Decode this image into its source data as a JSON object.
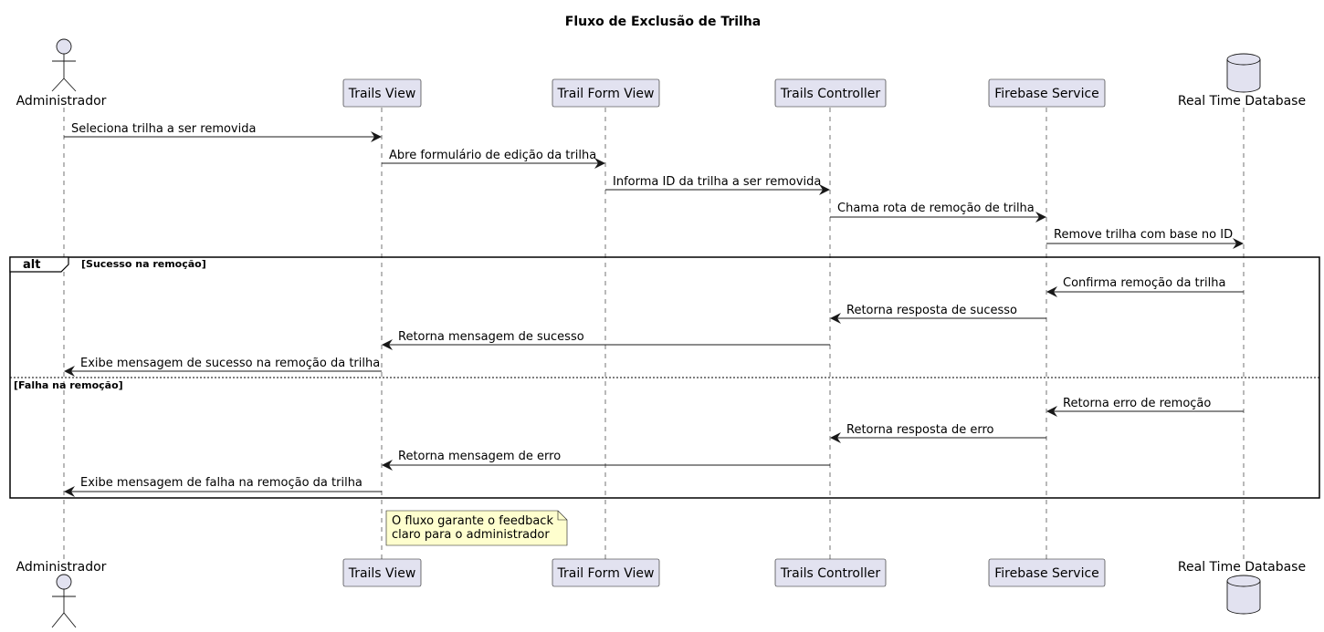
{
  "title": "Fluxo de Exclusão de Trilha",
  "participants": [
    {
      "id": "admin",
      "label": "Administrador",
      "kind": "actor"
    },
    {
      "id": "trails_view",
      "label": "Trails View",
      "kind": "participant"
    },
    {
      "id": "trail_form",
      "label": "Trail Form View",
      "kind": "participant"
    },
    {
      "id": "trails_controller",
      "label": "Trails Controller",
      "kind": "participant"
    },
    {
      "id": "firebase",
      "label": "Firebase Service",
      "kind": "participant"
    },
    {
      "id": "rtdb",
      "label": "Real Time Database",
      "kind": "database"
    }
  ],
  "messages": [
    {
      "from": "admin",
      "to": "trails_view",
      "text": "Seleciona trilha a ser removida"
    },
    {
      "from": "trails_view",
      "to": "trail_form",
      "text": "Abre formulário de edição da trilha"
    },
    {
      "from": "trail_form",
      "to": "trails_controller",
      "text": "Informa ID da trilha a ser removida"
    },
    {
      "from": "trails_controller",
      "to": "firebase",
      "text": "Chama rota de remoção de trilha"
    },
    {
      "from": "firebase",
      "to": "rtdb",
      "text": "Remove trilha com base no ID"
    },
    {
      "from": "rtdb",
      "to": "firebase",
      "text": "Confirma remoção da trilha"
    },
    {
      "from": "firebase",
      "to": "trails_controller",
      "text": "Retorna resposta de sucesso"
    },
    {
      "from": "trails_controller",
      "to": "trails_view",
      "text": "Retorna mensagem de sucesso"
    },
    {
      "from": "trails_view",
      "to": "admin",
      "text": "Exibe mensagem de sucesso na remoção da trilha"
    },
    {
      "from": "rtdb",
      "to": "firebase",
      "text": "Retorna erro de remoção"
    },
    {
      "from": "firebase",
      "to": "trails_controller",
      "text": "Retorna resposta de erro"
    },
    {
      "from": "trails_controller",
      "to": "trails_view",
      "text": "Retorna mensagem de erro"
    },
    {
      "from": "trails_view",
      "to": "admin",
      "text": "Exibe mensagem de falha na remoção da trilha"
    }
  ],
  "alt_fragment": {
    "keyword": "alt",
    "branches": [
      {
        "guard": "[Sucesso na remoção]"
      },
      {
        "guard": "[Falha na remoção]"
      }
    ]
  },
  "note": {
    "lines": [
      "O fluxo garante o feedback",
      "claro para o administrador"
    ]
  },
  "colors": {
    "participant_fill": "#e2e2f0",
    "note_fill": "#fefece",
    "line": "#181818"
  }
}
